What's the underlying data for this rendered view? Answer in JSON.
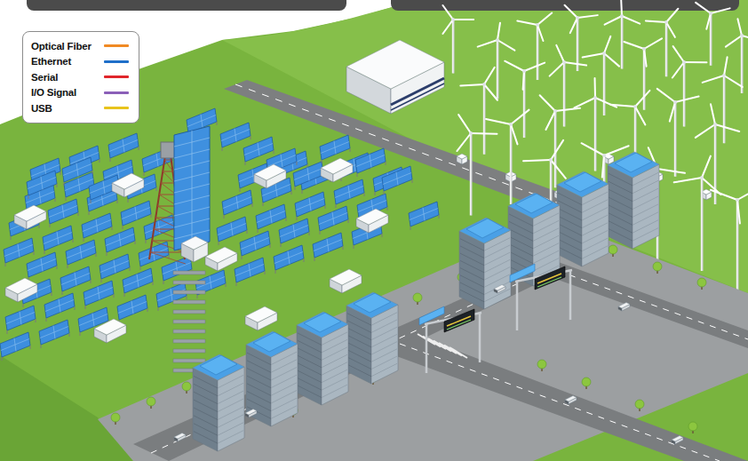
{
  "diagram": {
    "legend": [
      {
        "text": "Optical Fiber"
      },
      {
        "text": "Ethernet"
      },
      {
        "text": "Serial"
      },
      {
        "text": "I/O Signal"
      },
      {
        "text": "USB"
      }
    ]
  }
}
